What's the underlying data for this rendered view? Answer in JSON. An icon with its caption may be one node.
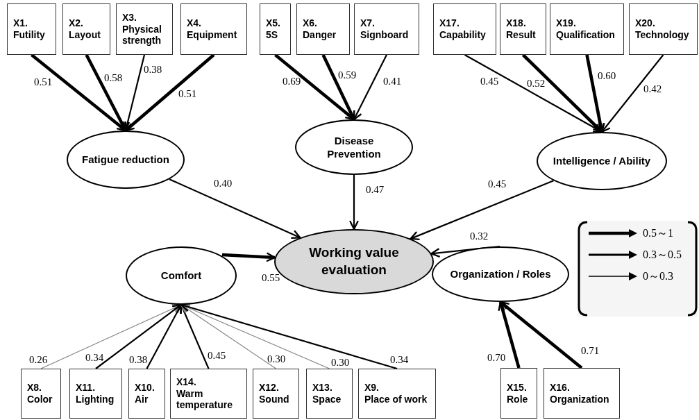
{
  "diagram": {
    "nodes": [
      {
        "text": [
          "X1.",
          "Futility"
        ]
      },
      {
        "text": [
          "X2.",
          "Layout"
        ]
      },
      {
        "text": [
          "X3.",
          "Physical strength"
        ]
      },
      {
        "text": [
          "X4.",
          "Equipment"
        ]
      },
      {
        "text": [
          "X5.",
          "5S"
        ]
      },
      {
        "text": [
          "X6.",
          "Danger"
        ]
      },
      {
        "text": [
          "X7.",
          "Signboard"
        ]
      },
      {
        "text": [
          "X17.",
          "Capability"
        ]
      },
      {
        "text": [
          "X18.",
          "Result"
        ]
      },
      {
        "text": [
          "X19.",
          "Qualification"
        ]
      },
      {
        "text": [
          "X20.",
          "Technology"
        ]
      },
      {
        "text": [
          "Fatigue reduction"
        ]
      },
      {
        "text": [
          "Disease Prevention"
        ]
      },
      {
        "text": [
          "Intelligence / Ability"
        ]
      },
      {
        "text": [
          "Working value evaluation"
        ]
      },
      {
        "text": [
          "Comfort"
        ]
      },
      {
        "text": [
          "Organization / Roles"
        ]
      },
      {
        "text": [
          "X8.",
          "Color"
        ]
      },
      {
        "text": [
          "X11.",
          "Lighting"
        ]
      },
      {
        "text": [
          "X10.",
          "Air"
        ]
      },
      {
        "text": [
          "X14.",
          "Warm temperature"
        ]
      },
      {
        "text": [
          "X12.",
          "Sound"
        ]
      },
      {
        "text": [
          "X13.",
          "Space"
        ]
      },
      {
        "text": [
          "X9.",
          "Place of work"
        ]
      },
      {
        "text": [
          "X15.",
          "Role"
        ]
      },
      {
        "text": [
          "X16.",
          "Organization"
        ]
      }
    ],
    "edges": [
      {
        "from": 0,
        "to": 11,
        "arrow": "to",
        "label": "0.51",
        "style": "thick"
      },
      {
        "from": 1,
        "to": 11,
        "arrow": "to",
        "label": "0.58",
        "style": "thick"
      },
      {
        "from": 2,
        "to": 11,
        "arrow": "to",
        "label": "0.38"
      },
      {
        "from": 3,
        "to": 11,
        "arrow": "to",
        "label": "0.51",
        "style": "thick"
      },
      {
        "from": 4,
        "to": 12,
        "arrow": "to",
        "label": "0.69",
        "style": "thick"
      },
      {
        "from": 5,
        "to": 12,
        "arrow": "to",
        "label": "0.59",
        "style": "thick"
      },
      {
        "from": 6,
        "to": 12,
        "arrow": "to",
        "label": "0.41"
      },
      {
        "from": 7,
        "to": 13,
        "arrow": "to",
        "label": "0.45"
      },
      {
        "from": 8,
        "to": 13,
        "arrow": "to",
        "label": "0.52",
        "style": "thick"
      },
      {
        "from": 9,
        "to": 13,
        "arrow": "to",
        "label": "0.60",
        "style": "thick"
      },
      {
        "from": 10,
        "to": 13,
        "arrow": "to",
        "label": "0.42"
      },
      {
        "from": 11,
        "to": 14,
        "arrow": "to",
        "label": "0.40"
      },
      {
        "from": 12,
        "to": 14,
        "arrow": "to",
        "label": "0.47"
      },
      {
        "from": 13,
        "to": 14,
        "arrow": "to",
        "label": "0.45"
      },
      {
        "from": 15,
        "to": 14,
        "arrow": "to",
        "label": "0.55",
        "style": "thick"
      },
      {
        "from": 16,
        "to": 14,
        "arrow": "to",
        "label": "0.32"
      },
      {
        "from": 17,
        "to": 15,
        "arrow": "to",
        "label": "0.26",
        "color": "#808080"
      },
      {
        "from": 18,
        "to": 15,
        "arrow": "to",
        "label": "0.34"
      },
      {
        "from": 19,
        "to": 15,
        "arrow": "to",
        "label": "0.38"
      },
      {
        "from": 20,
        "to": 15,
        "arrow": "to",
        "label": "0.45"
      },
      {
        "from": 21,
        "to": 15,
        "arrow": "to",
        "label": "0.30",
        "color": "#808080"
      },
      {
        "from": 22,
        "to": 15,
        "arrow": "to",
        "label": "0.30",
        "color": "#808080"
      },
      {
        "from": 23,
        "to": 15,
        "arrow": "to",
        "label": "0.34"
      },
      {
        "from": 24,
        "to": 16,
        "arrow": "to",
        "label": "0.70",
        "style": "thick"
      },
      {
        "from": 25,
        "to": 16,
        "arrow": "to",
        "label": "0.71",
        "style": "thick"
      }
    ],
    "legend": [
      {
        "text": "0.5～1"
      },
      {
        "text": "0.3～0.5"
      },
      {
        "text": "0～0.3"
      }
    ]
  }
}
